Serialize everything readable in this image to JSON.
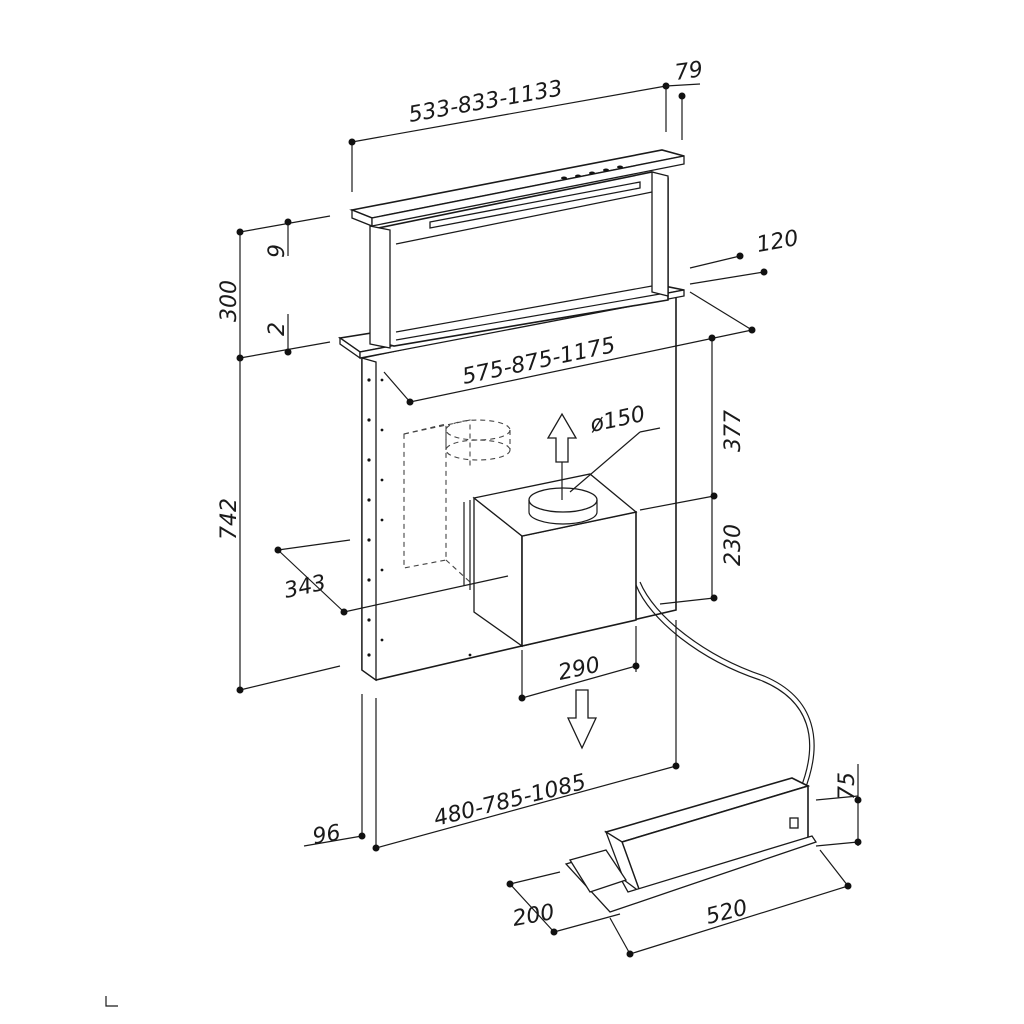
{
  "dimensions": {
    "top_width": "533-833-1133",
    "top_depth": "79",
    "head_gap": "9",
    "total_height_upper": "300",
    "lower_gap": "2",
    "right_offset": "120",
    "mid_width": "575-875-1175",
    "duct_diameter": "ø150",
    "right_upper_height": "377",
    "blower_height": "230",
    "body_height": "742",
    "blower_offset": "343",
    "blower_width": "290",
    "bottom_width": "480-785-1085",
    "bottom_depth": "96",
    "motor_height": "75",
    "motor_depth": "200",
    "motor_width": "520"
  }
}
